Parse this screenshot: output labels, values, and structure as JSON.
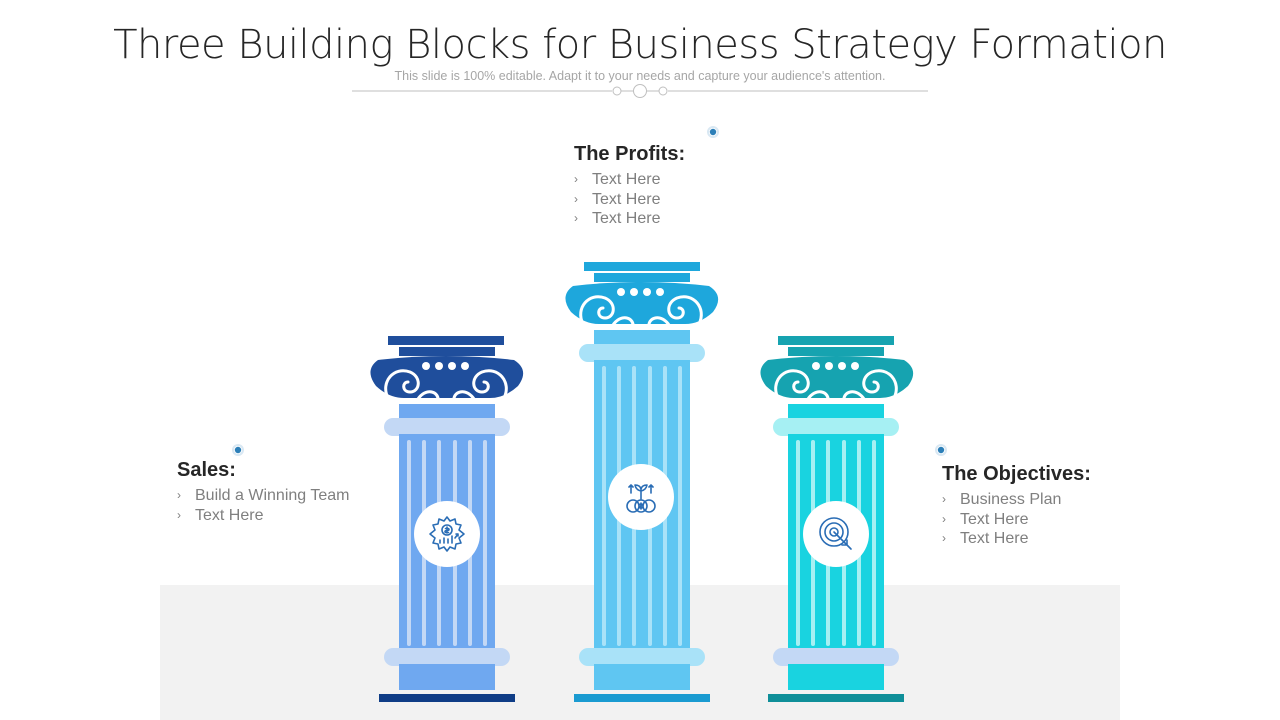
{
  "header": {
    "title": "Three Building Blocks for Business Strategy Formation",
    "subtitle": "This slide is 100% editable. Adapt it to your needs and capture your audience's attention."
  },
  "blocks": {
    "profits": {
      "heading": "The Profits:",
      "items": [
        "Text Here",
        "Text Here",
        "Text Here"
      ]
    },
    "sales": {
      "heading": "Sales:",
      "items": [
        "Build a Winning Team",
        "Text Here"
      ]
    },
    "objectives": {
      "heading": "The Objectives:",
      "items": [
        "Business Plan",
        "Text Here",
        "Text Here"
      ]
    }
  },
  "bullet_glyph": "›",
  "pillars": [
    {
      "name": "sales",
      "icon": "money-gear-icon",
      "capital_color": "#1f4e9c",
      "shaft_color": "#6fa8f0",
      "ring_color": "#c3d8f5",
      "base_color": "#0f3d86"
    },
    {
      "name": "profits",
      "icon": "money-growth-icon",
      "capital_color": "#1ea7dc",
      "shaft_color": "#5fc6f2",
      "ring_color": "#a9e2f8",
      "base_color": "#1a9bd1"
    },
    {
      "name": "objectives",
      "icon": "target-icon",
      "capital_color": "#16a3b0",
      "shaft_color": "#19d3e0",
      "ring_color": "#a6f0f3",
      "base_color": "#0f8f99"
    }
  ],
  "colors": {
    "connector_dot": "#2c7fb8",
    "floor": "#f2f2f2",
    "icon_stroke": "#2a6db5"
  }
}
